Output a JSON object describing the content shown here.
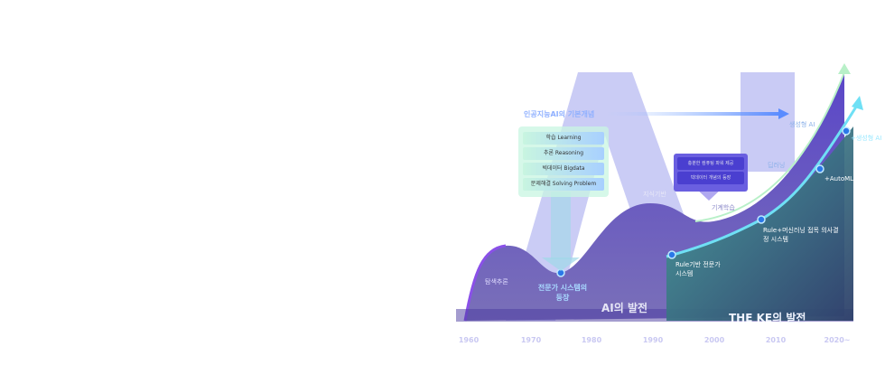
{
  "concepts": {
    "title": "인공지능AI의 기본개념",
    "items": [
      "학습 Learning",
      "추론 Reasoning",
      "빅데이터 Bigdata",
      "문제해결 Solving Problem"
    ]
  },
  "drivers": [
    "충분한 컴퓨팅 파워 제공",
    "빅데이터 개념의 등장"
  ],
  "ai_stages": [
    "탐색추론",
    "지식기반",
    "기계학습",
    "딥러닝",
    "생성형 AI"
  ],
  "ai_milestone": "전문가 시스템의 등장",
  "ke_stages": [
    "Rule기반 전문가 시스템",
    "Rule+머신러닝 접목 의사결정 시스템",
    "+AutoML",
    "+생성형 AI"
  ],
  "ai_label": "AI의 발전",
  "ke_label": "THE KE의 발전",
  "years": [
    "1960",
    "1970",
    "1980",
    "1990",
    "2000",
    "2010",
    "2020~"
  ],
  "colors": {
    "purple": "#5b4bc8",
    "teal": "#3e8a86",
    "cyan": "#5fd6f0",
    "letters": "#c4c6f4"
  }
}
